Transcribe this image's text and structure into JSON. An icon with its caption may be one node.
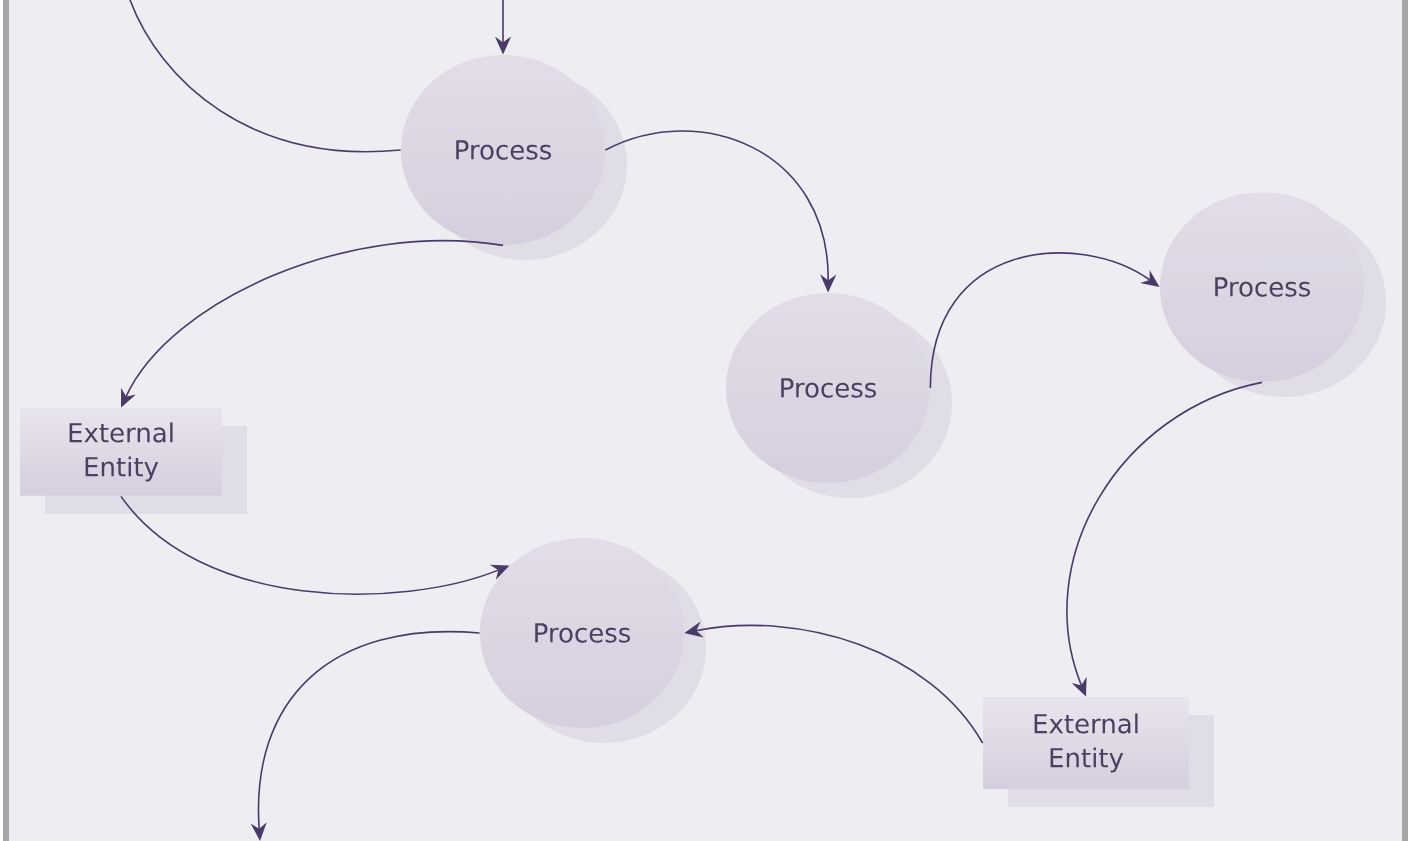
{
  "diagram": {
    "nodes": [
      {
        "text": [
          "Process"
        ]
      },
      {
        "text": [
          "Process"
        ]
      },
      {
        "text": [
          "Process"
        ]
      },
      {
        "text": [
          "External Entity"
        ]
      },
      {
        "text": [
          "Process"
        ]
      },
      {
        "text": [
          "External Entity"
        ]
      }
    ],
    "edges": [
      {
        "from": null,
        "to": 0,
        "arrow": "to"
      },
      {
        "from": 0,
        "to": null,
        "arrow": "none"
      },
      {
        "from": 0,
        "to": 1,
        "arrow": "to"
      },
      {
        "from": 0,
        "to": 3,
        "arrow": "to"
      },
      {
        "from": 1,
        "to": 2,
        "arrow": "to"
      },
      {
        "from": 2,
        "to": 5,
        "arrow": "to"
      },
      {
        "from": 3,
        "to": 4,
        "arrow": "to"
      },
      {
        "from": 5,
        "to": 4,
        "arrow": "to"
      },
      {
        "from": 4,
        "to": null,
        "arrow": "to"
      }
    ]
  }
}
